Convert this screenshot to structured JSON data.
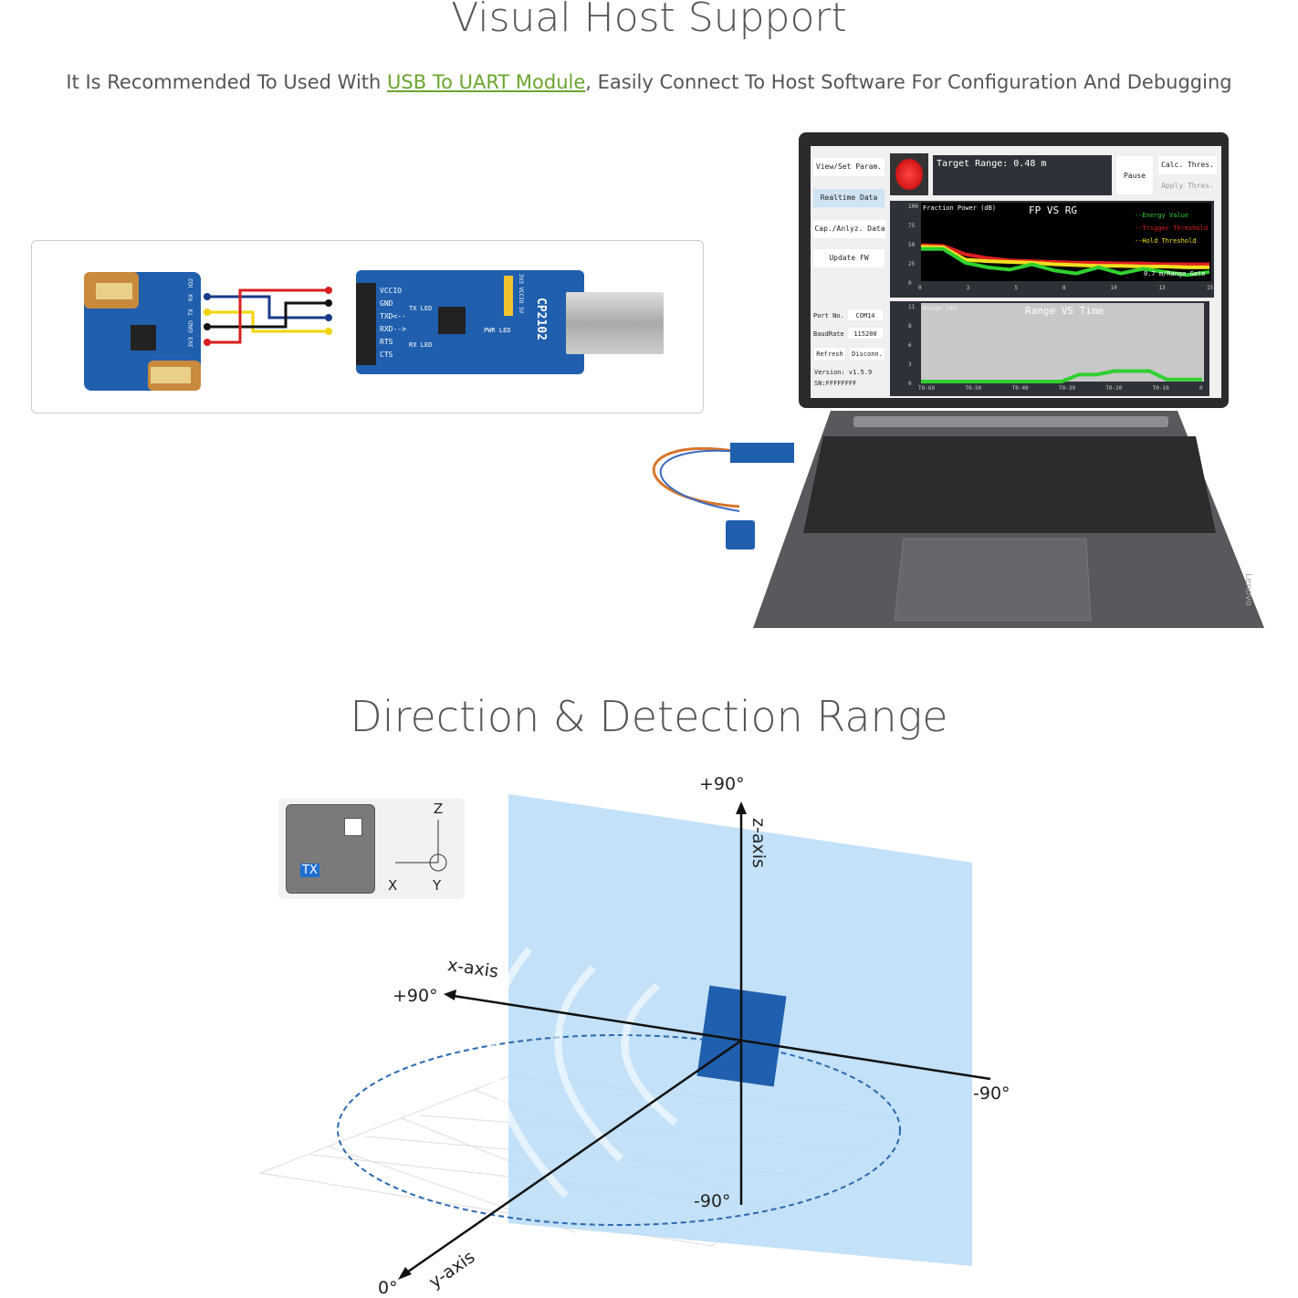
{
  "header": {
    "title": "Visual Host Support",
    "subtitle_before": "It Is Recommended To Used With ",
    "subtitle_link": "USB To UART Module",
    "subtitle_after": ", Easily Connect To Host Software For Configuration And Debugging"
  },
  "usb_module": {
    "chip": "CP2102",
    "pins": [
      "VCCIO",
      "GND",
      "TXD<--",
      "RXD-->",
      "RTS",
      "CTS"
    ],
    "tx_led": "TX LED",
    "rx_led": "RX LED",
    "pwr_led": "PWR LED",
    "jumper": "3V3 VCCIO 5V"
  },
  "sensor": {
    "pins": [
      "3V3",
      "GND",
      "TX",
      "RX",
      "IO2"
    ],
    "wire_colors": [
      "#1a3a8a",
      "#f2d400",
      "#111111",
      "#d81e1e"
    ]
  },
  "host_software": {
    "buttons": [
      "View/Set Param.",
      "Realtime Data",
      "Cap./Anlyz. Data",
      "Update FW"
    ],
    "target_range": "Target Range: 0.48 m",
    "pause": "Pause",
    "calc_thres": "Calc. Thres.",
    "apply_thres": "Apply Thres.",
    "port_label": "Port No.",
    "port_value": "COM14",
    "baud_label": "BaudRate",
    "baud_value": "115200",
    "refresh": "Refresh",
    "disconnect": "Disconn.",
    "version": "Version: v1.5.9",
    "sn": "SN:FFFFFFFF",
    "chart1": {
      "title": "FP VS RG",
      "ylabel": "Fraction Power (dB)",
      "yticks": [
        "100",
        "75",
        "50",
        "25",
        "0"
      ],
      "xticks": [
        "0",
        "3",
        "5",
        "8",
        "10",
        "13",
        "15"
      ],
      "legend": [
        "--Energy Value",
        "--Trigger Threshold",
        "--Hold Threshold"
      ],
      "note": "0.7 m/Range Gate",
      "energy": [
        42,
        42,
        24,
        18,
        15,
        22,
        14,
        10,
        18,
        10,
        16,
        12,
        8,
        12
      ],
      "trigger": [
        47,
        46,
        35,
        30,
        27,
        26,
        25,
        24,
        24,
        23,
        23,
        22,
        22,
        22
      ],
      "hold": [
        45,
        44,
        28,
        26,
        25,
        24,
        22,
        21,
        20,
        20,
        19,
        19,
        18,
        18
      ]
    },
    "chart2": {
      "title": "Range VS Time",
      "ylabel": "Range (m)",
      "yticks": [
        "11",
        "8",
        "6",
        "3",
        "0"
      ],
      "xticks": [
        "T0-60",
        "T0-50",
        "T0-40",
        "T0-30",
        "T0-20",
        "T0-10",
        "0"
      ],
      "range": [
        0,
        0,
        0,
        0,
        0,
        0,
        0,
        0,
        0,
        1,
        1,
        1.5,
        1.5,
        1.5,
        0.3,
        0.3,
        0.3
      ]
    },
    "brand": "Lenovo"
  },
  "section2": {
    "title": "Direction & Detection Range"
  },
  "inset": {
    "tx": "TX",
    "z": "Z",
    "x": "X",
    "y": "Y"
  },
  "diagram": {
    "z_top": "+90°",
    "z_axis": "z-axis",
    "x_axis": "x-axis",
    "x_left": "+90°",
    "x_right": "-90°",
    "bottom": "-90°",
    "y_axis": "y-axis",
    "y_end": "0°"
  },
  "colors": {
    "link": "#6aa52f",
    "pcb": "#1f5fae",
    "plane": "#b9dcf7",
    "ellipse": "#2a6ab0"
  }
}
